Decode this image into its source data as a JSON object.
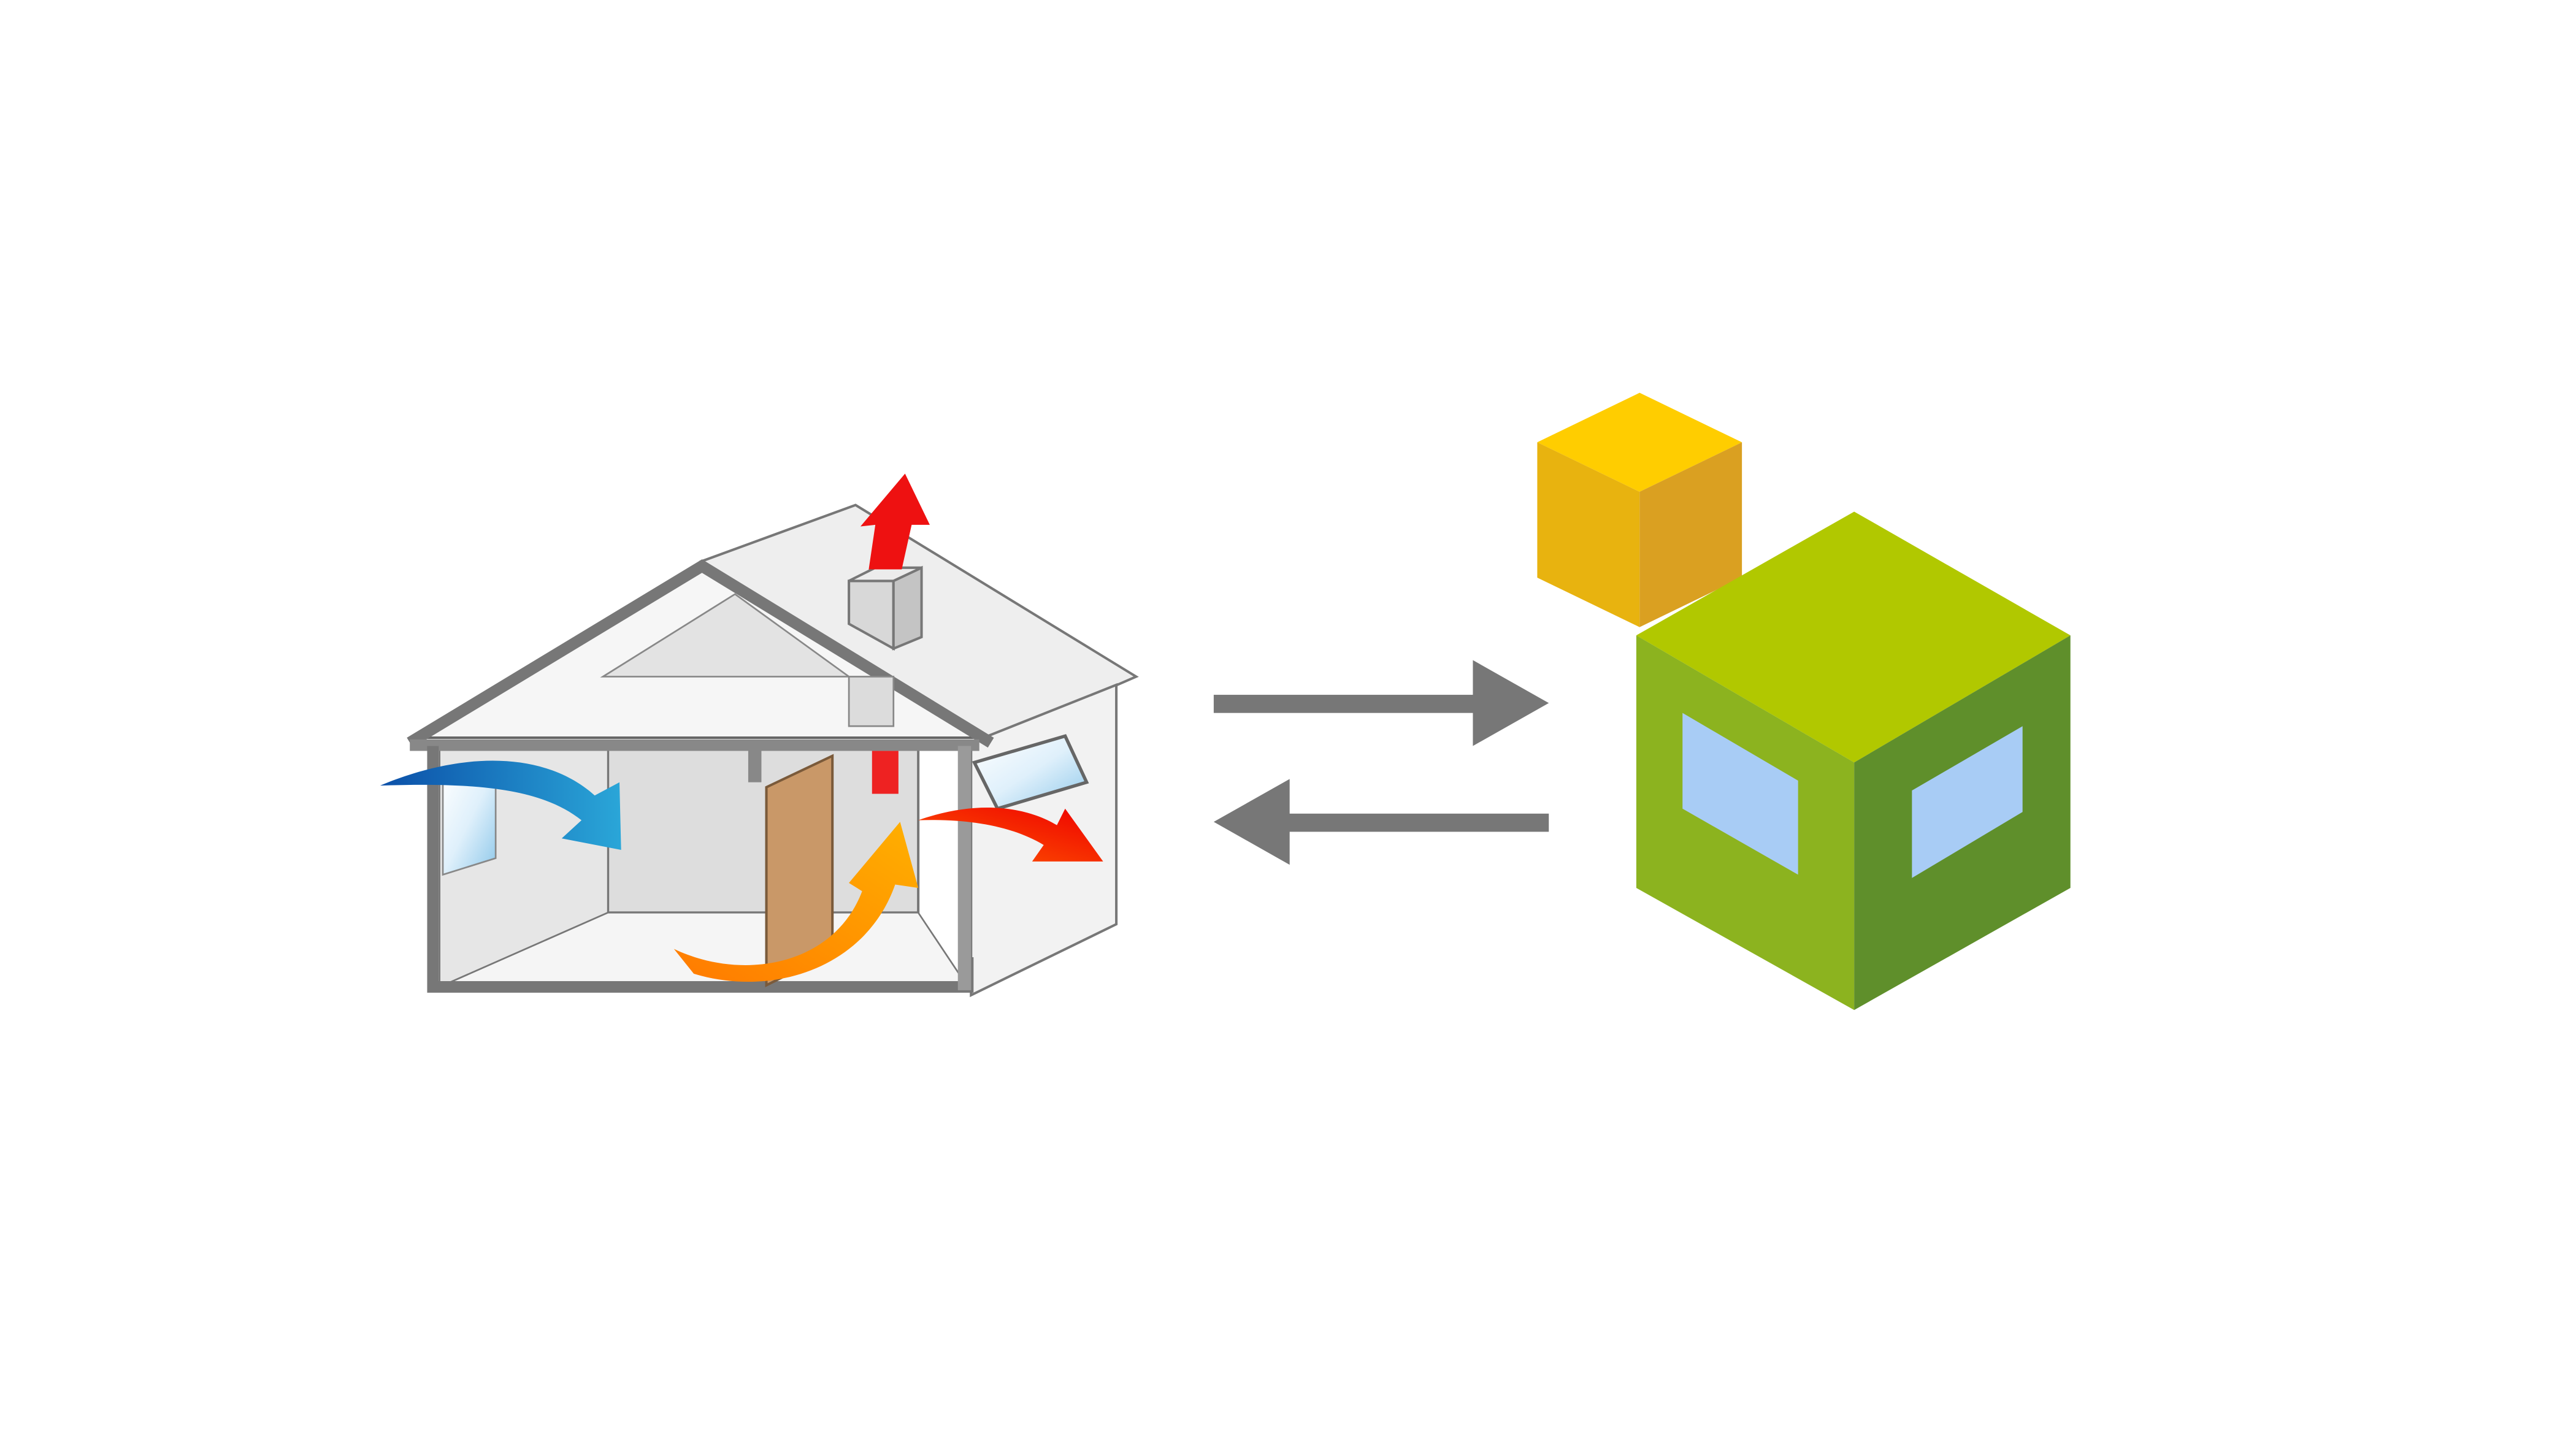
{
  "diagram": {
    "left_figure": {
      "icon": "house-airflow-icon",
      "airflows": [
        {
          "icon": "cold-air-inflow-arrow",
          "color": "#1a8fd0"
        },
        {
          "icon": "warm-air-rising-arrow",
          "color": "#ff8a00"
        },
        {
          "icon": "heat-loss-chimney-arrow",
          "color": "#ee1111"
        },
        {
          "icon": "heat-loss-window-arrow",
          "color": "#ee1111"
        }
      ]
    },
    "connector": {
      "forward_icon": "arrow-right-icon",
      "backward_icon": "arrow-left-icon",
      "color": "#777777"
    },
    "right_figure": {
      "icon": "building-model-cubes-icon",
      "small_cube_color": "#f0b400",
      "large_cube_color": "#a6c20a",
      "window_color": "#a8ccf5"
    }
  }
}
